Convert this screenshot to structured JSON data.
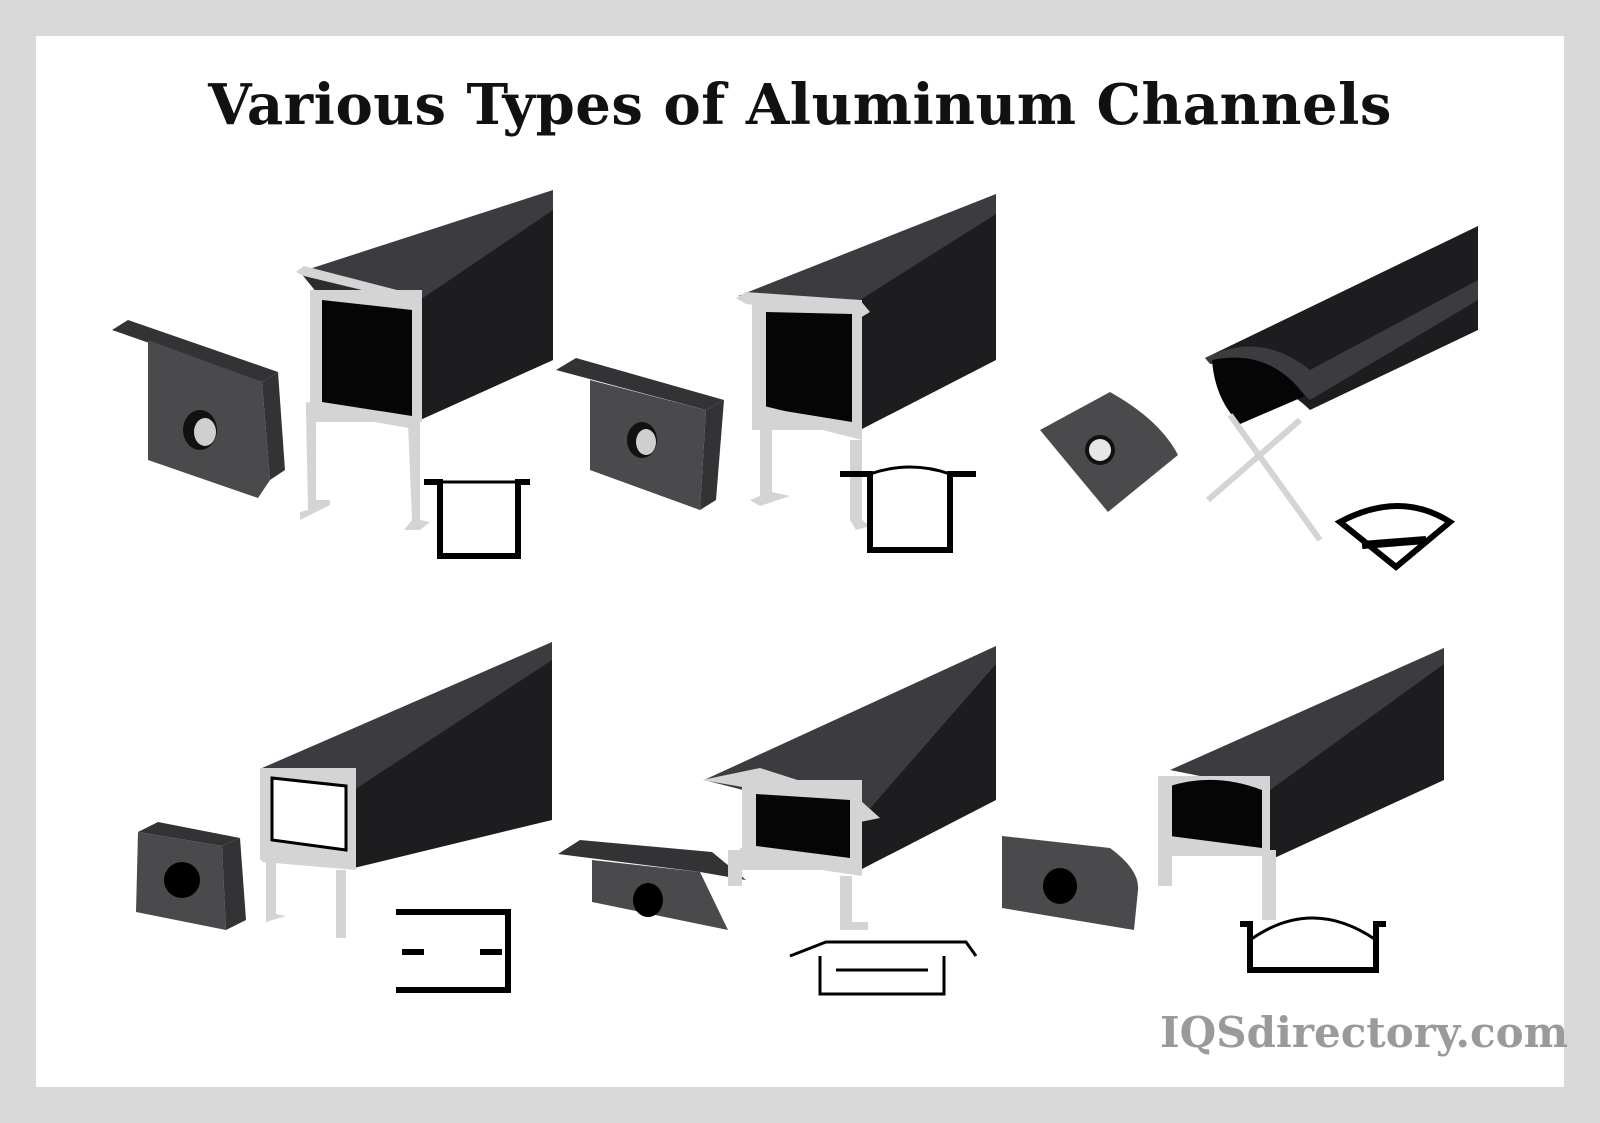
{
  "title": "Various Types of Aluminum Channels",
  "watermark": "IQSdirectory.com",
  "colors": {
    "background_border": "#d9d9d9",
    "channel_body": "#1d1d1f",
    "end_cap": "#4a4a4d",
    "profile_silver": "#d4d4d4"
  },
  "channels": [
    {
      "shape": "recessed-square-profile"
    },
    {
      "shape": "recessed-flange-curved-cover-profile"
    },
    {
      "shape": "corner-round-cover-profile"
    },
    {
      "shape": "surface-square-profile"
    },
    {
      "shape": "recessed-wide-flange-profile"
    },
    {
      "shape": "surface-curved-cover-profile"
    }
  ]
}
